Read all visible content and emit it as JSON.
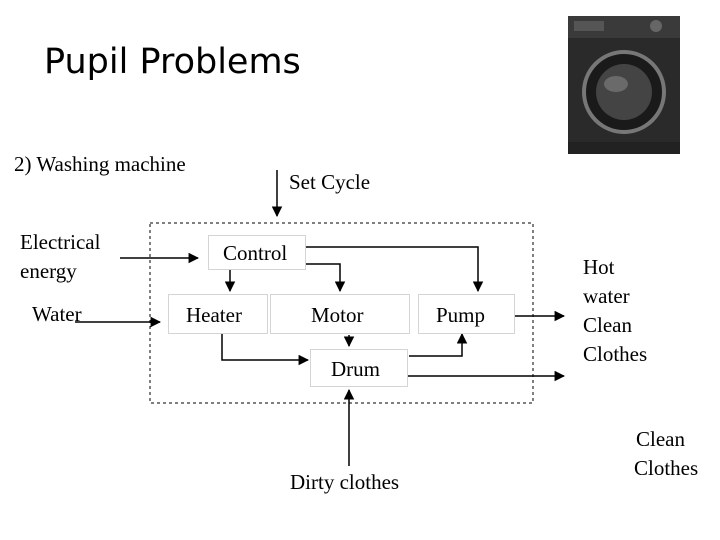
{
  "slide": {
    "title": "Pupil Problems",
    "subtitle": "2) Washing machine"
  },
  "diagram": {
    "set_cycle": "Set Cycle",
    "control": "Control",
    "heater": "Heater",
    "motor": "Motor",
    "pump": "Pump",
    "drum": "Drum",
    "electrical_energy_line1": "Electrical",
    "electrical_energy_line2": "energy",
    "water": "Water",
    "dirty_clothes": "Dirty clothes",
    "outputs": [
      "Hot",
      "water",
      "Clean",
      "Clothes"
    ],
    "outputs_bottom": [
      "Clean",
      "Clothes"
    ]
  }
}
